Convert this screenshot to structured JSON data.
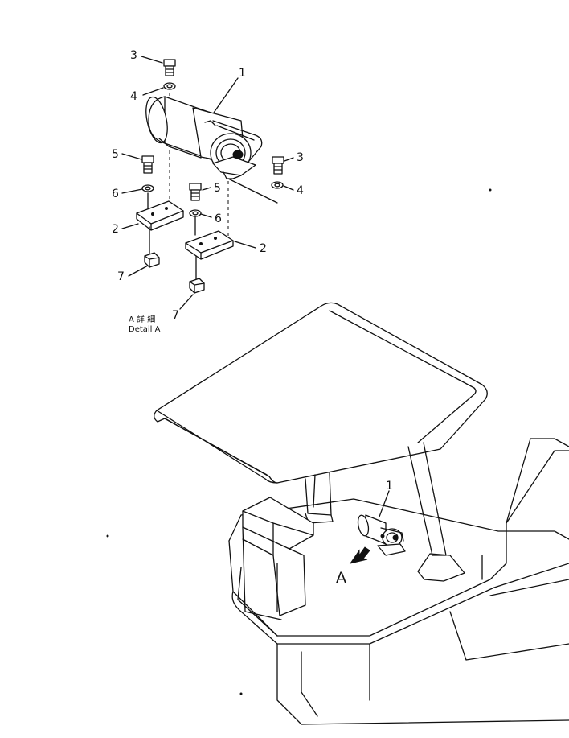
{
  "diagram": {
    "callouts": {
      "top_motor": "1",
      "left_bracket": "2",
      "right_bracket": "2",
      "left_bolt_top": "3",
      "right_bolt_top": "3",
      "left_washer_top": "4",
      "right_washer_top": "4",
      "left_bolt": "5",
      "right_bolt": "5",
      "left_washer": "6",
      "right_washer": "6",
      "left_nut": "7",
      "right_nut": "7",
      "main_motor": "1",
      "view_arrow": "A"
    },
    "detail_caption_jp": "A 詳 細",
    "detail_caption_en": "Detail  A"
  }
}
